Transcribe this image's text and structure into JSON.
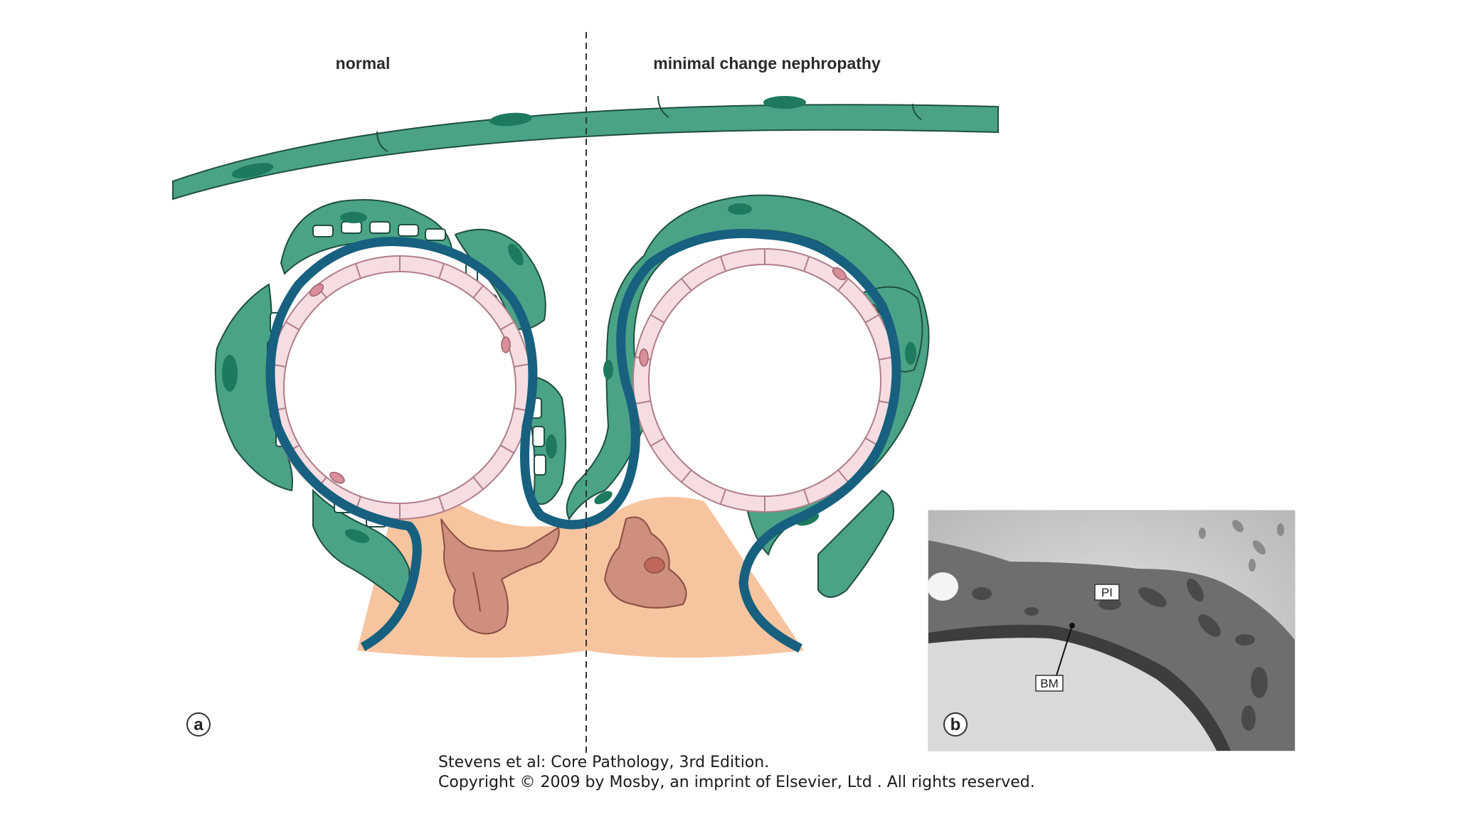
{
  "panel_a": {
    "letter": "a",
    "left_heading": "normal",
    "right_heading": "minimal change nephropathy"
  },
  "panel_b": {
    "letter": "b",
    "labels": [
      "PI",
      "BM"
    ]
  },
  "caption": {
    "line1": "Stevens et al: Core Pathology, 3rd Edition.",
    "line2": "Copyright © 2009 by Mosby, an imprint of Elsevier, Ltd . All rights reserved."
  },
  "colors": {
    "podocyte": "#4aa386",
    "podocyte_nucleus": "#1d7a5e",
    "basement_membrane": "#17607f",
    "endothelium": "#f6dde2",
    "endothelial_nucleus": "#d88f9a",
    "mesangium": "#f7c4a0",
    "mesangial_cell": "#cf8f7e"
  }
}
